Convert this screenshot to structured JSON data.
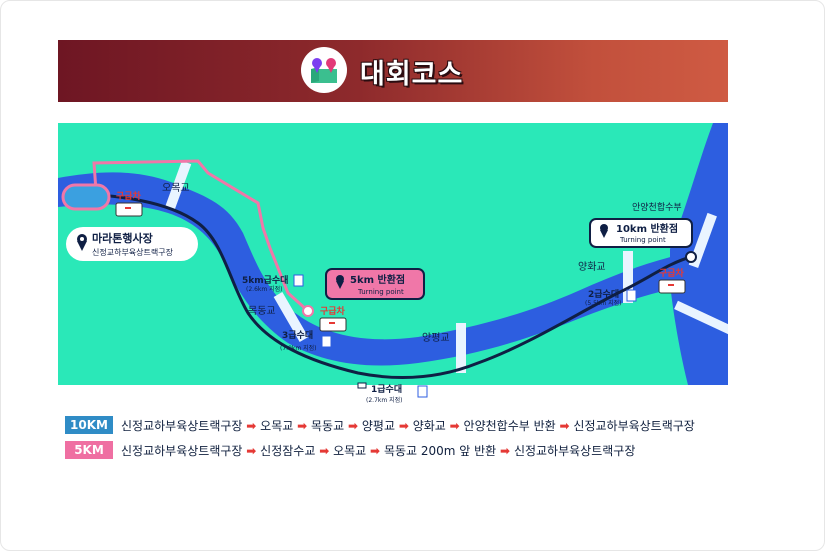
{
  "title": "대회코스",
  "colors": {
    "course10k": "#0f1f44",
    "course5k": "#f077a8",
    "river": "#2d5ee0",
    "land": "#2ae8b8",
    "tag10k": "#2f8cc6",
    "tag5k": "#ef6fa2"
  },
  "map": {
    "start_name": "마라톤행사장",
    "start_sub": "신정교하부육상트랙구장",
    "turn5k_title": "5km 반환점",
    "turn5k_sub": "Turning point",
    "turn10k_title": "10km 반환점",
    "turn10k_sub": "Turning point",
    "ambulance": "구급차",
    "bridges": {
      "omok": "오목교",
      "mokdong": "목동교",
      "yangpyeong": "양평교",
      "yanghwa": "양화교"
    },
    "anyang": "안양천합수부",
    "water": {
      "s5k": {
        "label": "5km급수대",
        "dist": "(2.6km 지점)"
      },
      "s3": {
        "label": "3급수대",
        "dist": "(7.9km 지점)"
      },
      "s1": {
        "label": "1급수대",
        "dist": "(2.7km 지점)"
      },
      "s2": {
        "label": "2급수대",
        "dist": "(5.5km 지점)"
      }
    }
  },
  "legend": {
    "tag10k": "10KM",
    "route10k": [
      "신정교하부육상트랙구장",
      "오목교",
      "목동교",
      "양평교",
      "양화교",
      "안양천합수부 반환",
      "신정교하부육상트랙구장"
    ],
    "tag5k": "5KM",
    "route5k": [
      "신정교하부육상트랙구장",
      "신정잠수교",
      "오목교",
      "목동교 200m 앞 반환",
      "신정교하부육상트랙구장"
    ]
  }
}
